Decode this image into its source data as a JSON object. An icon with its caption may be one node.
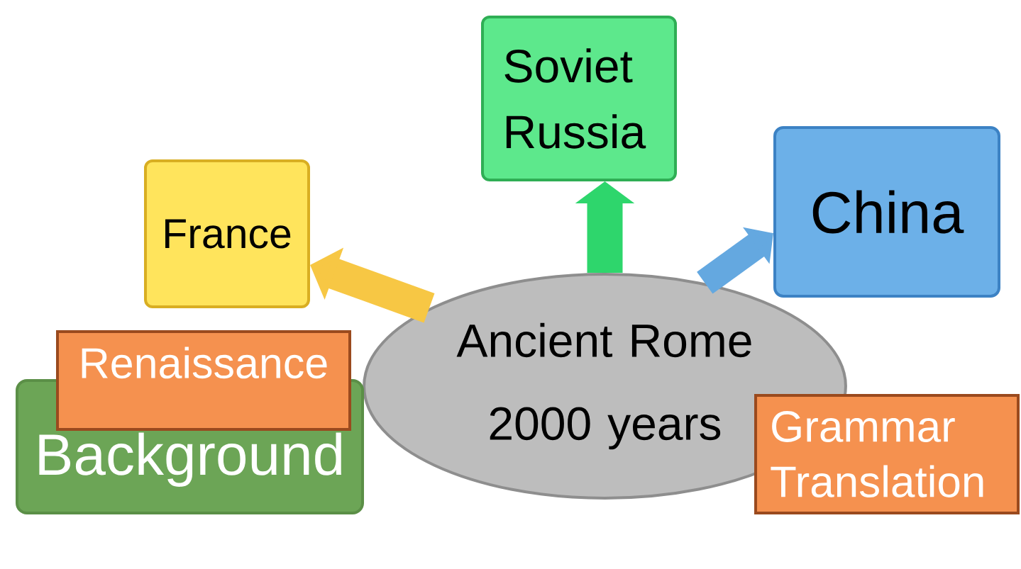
{
  "diagram": {
    "nodes": [
      {
        "text": [
          "Soviet Russia"
        ]
      },
      {
        "text": [
          "China"
        ]
      },
      {
        "text": [
          "France"
        ]
      },
      {
        "text": [
          "Ancient Rome",
          "2000 years"
        ]
      },
      {
        "text": [
          "Renaissance"
        ]
      },
      {
        "text": [
          "Background"
        ]
      },
      {
        "text": [
          "Grammar Translation"
        ]
      }
    ],
    "edges": [
      {
        "from": 3,
        "to": 0,
        "arrow": "to",
        "color": "#2ed66c"
      },
      {
        "from": 3,
        "to": 2,
        "arrow": "to",
        "color": "#f7c744"
      },
      {
        "from": 3,
        "to": 1,
        "arrow": "to",
        "color": "#64a8e0"
      }
    ]
  }
}
